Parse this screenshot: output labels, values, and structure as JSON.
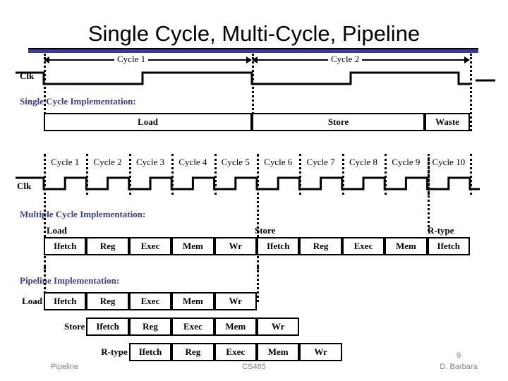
{
  "slide": {
    "title": "Single Cycle, Multi-Cycle, Pipeline",
    "accent_color": "#3c3c93",
    "ink_color": "#000000",
    "footer_color": "#808080"
  },
  "single_cycle": {
    "heading": "Single Cycle Implementation:",
    "clk_label": "Clk",
    "cycle_arrows": [
      {
        "label": "Cycle 1"
      },
      {
        "label": "Cycle 2"
      }
    ],
    "bars": [
      {
        "label": "Load"
      },
      {
        "label": "Store"
      },
      {
        "label": "Waste"
      }
    ]
  },
  "multi_cycle": {
    "heading": "Multiple Cycle Implementation:",
    "clk_label": "Clk",
    "cycle_labels": [
      "Cycle 1",
      "Cycle 2",
      "Cycle 3",
      "Cycle 4",
      "Cycle 5",
      "Cycle 6",
      "Cycle 7",
      "Cycle 8",
      "Cycle 9",
      "Cycle 10"
    ],
    "groups": [
      {
        "name": "Load",
        "stages": [
          "Ifetch",
          "Reg",
          "Exec",
          "Mem",
          "Wr"
        ]
      },
      {
        "name": "Store",
        "stages": [
          "Ifetch",
          "Reg",
          "Exec",
          "Mem"
        ]
      },
      {
        "name": "R-type",
        "stages": [
          "Ifetch"
        ]
      }
    ]
  },
  "pipeline": {
    "heading": "Pipeline Implementation:",
    "rows": [
      {
        "name": "Load",
        "stages": [
          "Ifetch",
          "Reg",
          "Exec",
          "Mem",
          "Wr"
        ]
      },
      {
        "name": "Store",
        "stages": [
          "Ifetch",
          "Reg",
          "Exec",
          "Mem",
          "Wr"
        ]
      },
      {
        "name": "R-type",
        "stages": [
          "Ifetch",
          "Reg",
          "Exec",
          "Mem",
          "Wr"
        ]
      }
    ]
  },
  "footer": {
    "left": "Pipeline",
    "center": "CS465",
    "page_number": "9",
    "author": "D. Barbara"
  }
}
